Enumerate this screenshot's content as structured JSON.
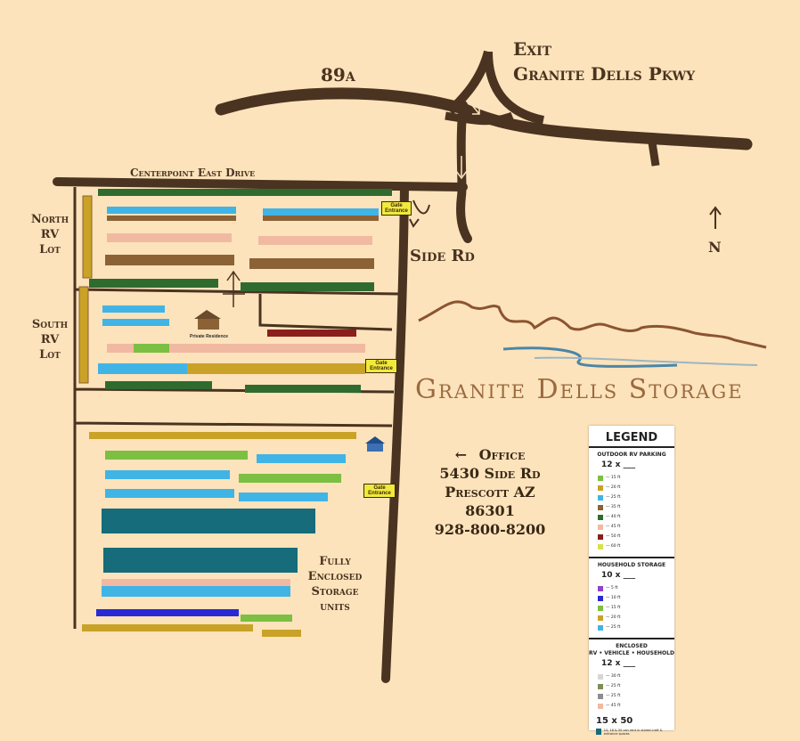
{
  "map": {
    "highway": "89a",
    "exit": {
      "line1": "Exit",
      "line2": "Granite Dells Pkwy"
    },
    "streets": {
      "centerpoint": "Centerpoint East Drive",
      "side_rd": "Side Rd"
    },
    "north_arrow": "N",
    "lots": {
      "north": [
        "North",
        "RV",
        "Lot"
      ],
      "south": [
        "South",
        "RV",
        "Lot"
      ],
      "enclosed": [
        "Fully",
        "Enclosed",
        "Storage",
        "units"
      ]
    },
    "gates": [
      "Gate Entrance",
      "Gate Entrance",
      "Gate Entrance"
    ],
    "private_residence": "Private Residence",
    "brand": "Granite Dells Storage",
    "office": {
      "label": "Office",
      "arrow": "←",
      "address1": "5430 Side Rd",
      "address2": "Prescott AZ 86301",
      "phone": "928-800-8200"
    }
  },
  "legend": {
    "title": "LEGEND",
    "outdoor": {
      "title": "OUTDOOR RV PARKING",
      "multiplier": "12 x ___",
      "items": [
        {
          "label": "15 ft",
          "color": "#7cbf42"
        },
        {
          "label": "20 ft",
          "color": "#c9a227"
        },
        {
          "label": "25 ft",
          "color": "#41b4e6"
        },
        {
          "label": "35 ft",
          "color": "#8b6236"
        },
        {
          "label": "40 ft",
          "color": "#2f6b2f"
        },
        {
          "label": "45 ft",
          "color": "#f2b9a2"
        },
        {
          "label": "50 ft",
          "color": "#8c1d1d"
        },
        {
          "label": "60 ft",
          "color": "#d7e14a"
        }
      ]
    },
    "household": {
      "title": "HOUSEHOLD STORAGE",
      "multiplier": "10 x ___",
      "items": [
        {
          "label": "5 ft",
          "color": "#8e44c8"
        },
        {
          "label": "10 ft",
          "color": "#2a2ad4"
        },
        {
          "label": "15 ft",
          "color": "#7cbf42"
        },
        {
          "label": "20 ft",
          "color": "#c9a227"
        },
        {
          "label": "25 ft",
          "color": "#41b4e6"
        }
      ]
    },
    "enclosed": {
      "title": "ENCLOSED",
      "subtitle": "RV • VEHICLE • HOUSEHOLD",
      "multiplier": "12 x ___",
      "items": [
        {
          "label": "30 ft",
          "color": "#d6d6d6"
        },
        {
          "label": "25 ft",
          "color": "#7c8f56"
        },
        {
          "label": "25 ft",
          "color": "#8d8d8d"
        },
        {
          "label": "45 ft",
          "color": "#f2b9a2"
        }
      ]
    },
    "big_units": {
      "label": "15 x 50",
      "color": "#166c7a",
      "note": "15, 16 & 50 can rent in stored craft & entrance spaces"
    }
  }
}
